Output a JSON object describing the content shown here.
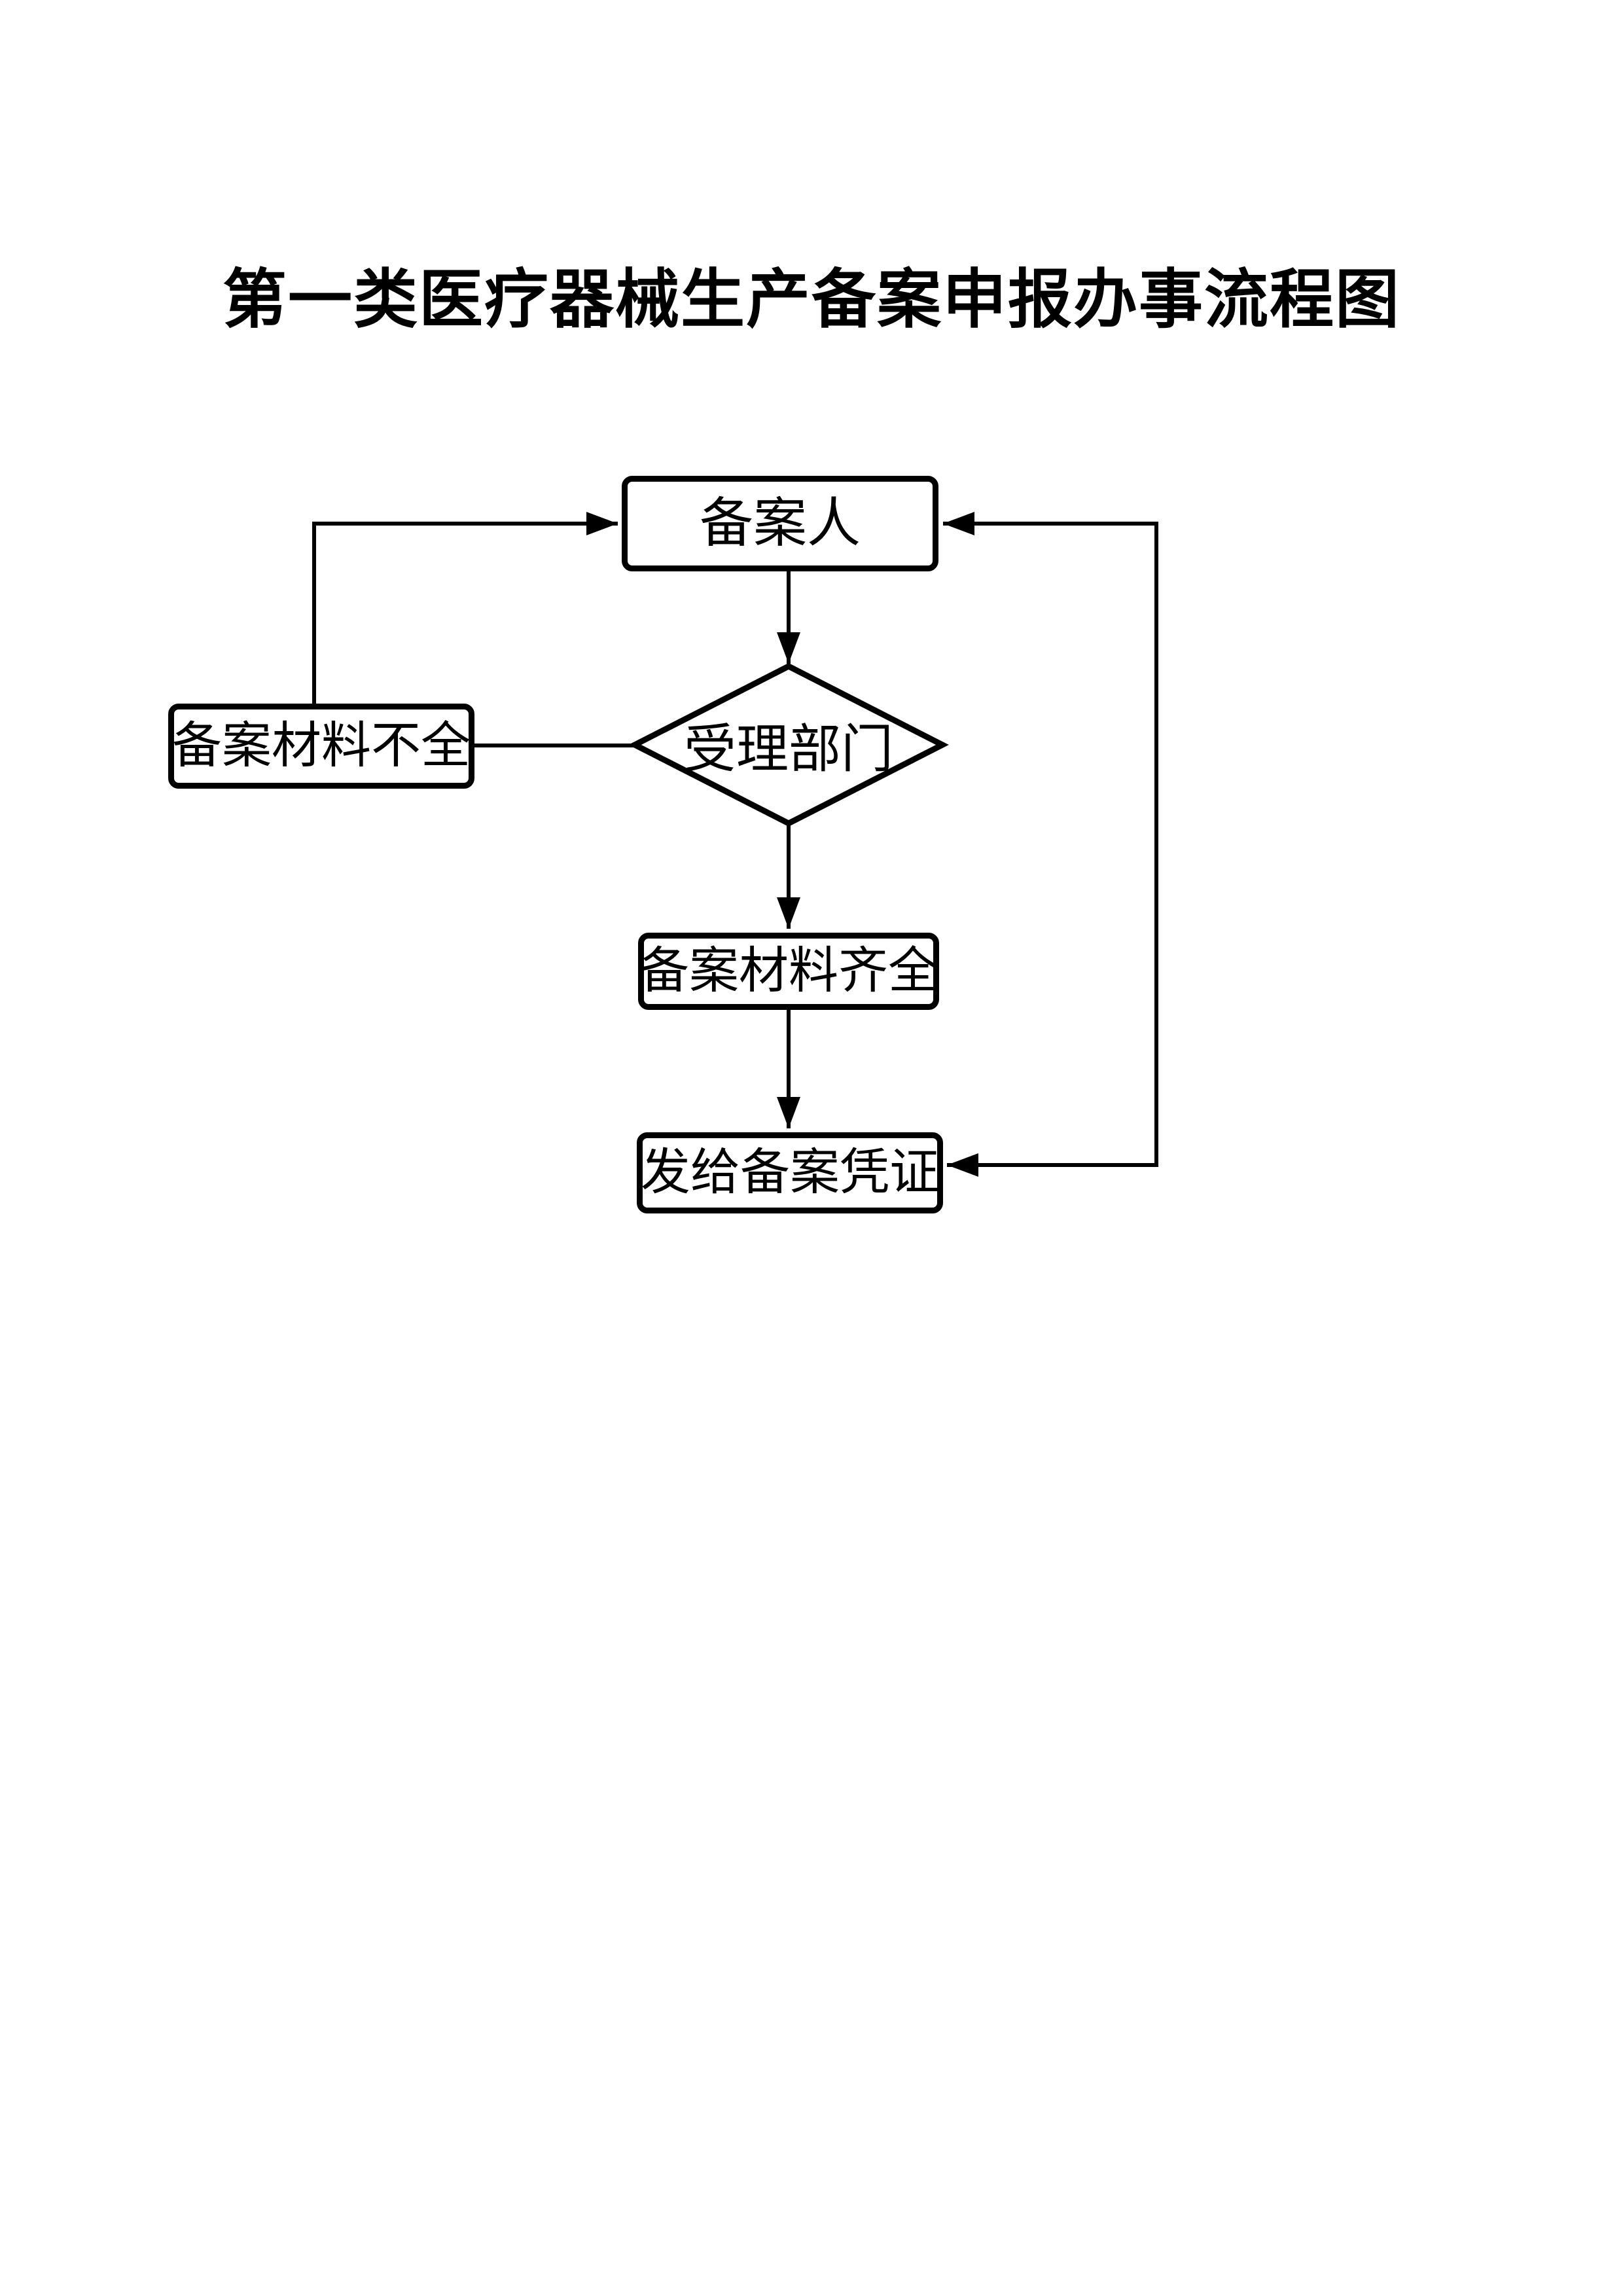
{
  "title": "第一类医疗器械生产备案申报办事流程图",
  "flowchart": {
    "nodes": {
      "registrant": {
        "label": "备案人",
        "shape": "rect"
      },
      "accepting_department": {
        "label": "受理部门",
        "shape": "diamond"
      },
      "materials_incomplete": {
        "label": "备案材料不全",
        "shape": "rect"
      },
      "materials_complete": {
        "label": "备案材料齐全",
        "shape": "rect"
      },
      "issue_certificate": {
        "label": "发给备案凭证",
        "shape": "rect"
      }
    },
    "edges": [
      {
        "from": "registrant",
        "to": "accepting_department",
        "arrow": "end"
      },
      {
        "from": "accepting_department",
        "to": "materials_incomplete",
        "arrow": "none"
      },
      {
        "from": "materials_incomplete",
        "to": "registrant",
        "arrow": "end"
      },
      {
        "from": "accepting_department",
        "to": "materials_complete",
        "arrow": "end"
      },
      {
        "from": "materials_complete",
        "to": "issue_certificate",
        "arrow": "end"
      },
      {
        "from": "issue_certificate",
        "to": "registrant",
        "arrow": "both"
      }
    ]
  },
  "colors": {
    "stroke": "#000000",
    "node_fill": "#ffffff",
    "text": "#000000",
    "background": "#ffffff"
  }
}
